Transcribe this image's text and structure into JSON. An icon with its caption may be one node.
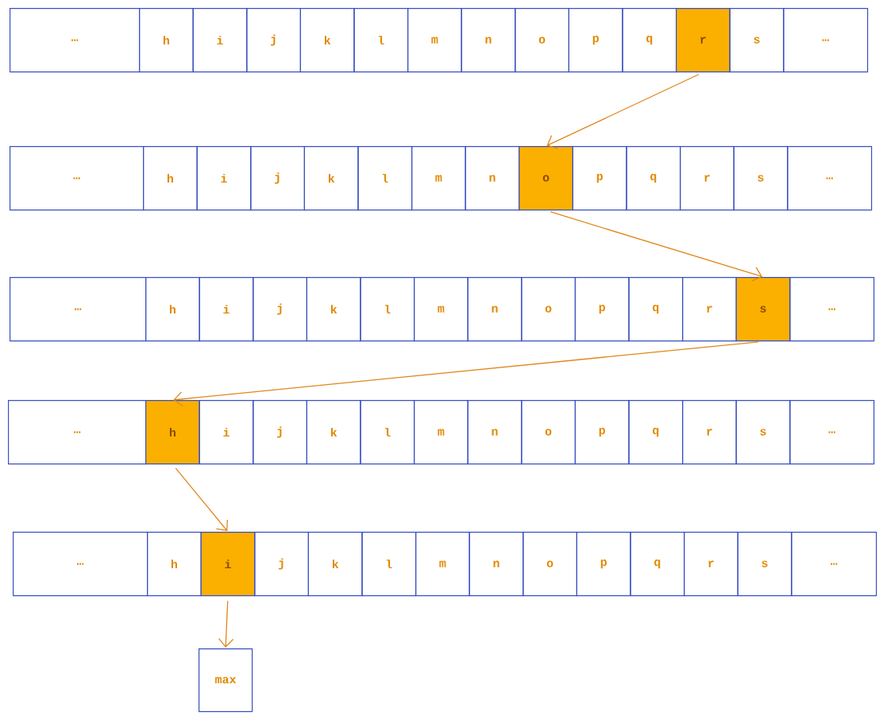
{
  "diagram": {
    "nodes": [
      {
        "text": [
          "…"
        ]
      },
      {
        "text": [
          "h"
        ]
      },
      {
        "text": [
          "i"
        ]
      },
      {
        "text": [
          "j"
        ]
      },
      {
        "text": [
          "k"
        ]
      },
      {
        "text": [
          "l"
        ]
      },
      {
        "text": [
          "m"
        ]
      },
      {
        "text": [
          "n"
        ]
      },
      {
        "text": [
          "o"
        ]
      },
      {
        "text": [
          "p"
        ]
      },
      {
        "text": [
          "q"
        ]
      },
      {
        "text": [
          "r"
        ]
      },
      {
        "text": [
          "s"
        ]
      },
      {
        "text": [
          "…"
        ]
      },
      {
        "text": [
          "…"
        ]
      },
      {
        "text": [
          "h"
        ]
      },
      {
        "text": [
          "i"
        ]
      },
      {
        "text": [
          "j"
        ]
      },
      {
        "text": [
          "k"
        ]
      },
      {
        "text": [
          "l"
        ]
      },
      {
        "text": [
          "m"
        ]
      },
      {
        "text": [
          "n"
        ]
      },
      {
        "text": [
          "o"
        ]
      },
      {
        "text": [
          "p"
        ]
      },
      {
        "text": [
          "q"
        ]
      },
      {
        "text": [
          "r"
        ]
      },
      {
        "text": [
          "s"
        ]
      },
      {
        "text": [
          "…"
        ]
      },
      {
        "text": [
          "…"
        ]
      },
      {
        "text": [
          "h"
        ]
      },
      {
        "text": [
          "i"
        ]
      },
      {
        "text": [
          "j"
        ]
      },
      {
        "text": [
          "k"
        ]
      },
      {
        "text": [
          "l"
        ]
      },
      {
        "text": [
          "m"
        ]
      },
      {
        "text": [
          "n"
        ]
      },
      {
        "text": [
          "o"
        ]
      },
      {
        "text": [
          "p"
        ]
      },
      {
        "text": [
          "q"
        ]
      },
      {
        "text": [
          "r"
        ]
      },
      {
        "text": [
          "s"
        ]
      },
      {
        "text": [
          "…"
        ]
      },
      {
        "text": [
          "…"
        ]
      },
      {
        "text": [
          "h"
        ]
      },
      {
        "text": [
          "i"
        ]
      },
      {
        "text": [
          "j"
        ]
      },
      {
        "text": [
          "k"
        ]
      },
      {
        "text": [
          "l"
        ]
      },
      {
        "text": [
          "m"
        ]
      },
      {
        "text": [
          "n"
        ]
      },
      {
        "text": [
          "o"
        ]
      },
      {
        "text": [
          "p"
        ]
      },
      {
        "text": [
          "q"
        ]
      },
      {
        "text": [
          "r"
        ]
      },
      {
        "text": [
          "s"
        ]
      },
      {
        "text": [
          "…"
        ]
      },
      {
        "text": [
          "…"
        ]
      },
      {
        "text": [
          "h"
        ]
      },
      {
        "text": [
          "i"
        ]
      },
      {
        "text": [
          "j"
        ]
      },
      {
        "text": [
          "k"
        ]
      },
      {
        "text": [
          "l"
        ]
      },
      {
        "text": [
          "m"
        ]
      },
      {
        "text": [
          "n"
        ]
      },
      {
        "text": [
          "o"
        ]
      },
      {
        "text": [
          "p"
        ]
      },
      {
        "text": [
          "q"
        ]
      },
      {
        "text": [
          "r"
        ]
      },
      {
        "text": [
          "s"
        ]
      },
      {
        "text": [
          "…"
        ]
      },
      {
        "text": [
          "max"
        ]
      }
    ],
    "edges": [
      {
        "from": 11,
        "to": 22,
        "arrow": "to"
      },
      {
        "from": 22,
        "to": 40,
        "arrow": "to"
      },
      {
        "from": 40,
        "to": 43,
        "arrow": "to"
      },
      {
        "from": 43,
        "to": 58,
        "arrow": "to"
      },
      {
        "from": 58,
        "to": 70,
        "arrow": "to"
      }
    ]
  }
}
